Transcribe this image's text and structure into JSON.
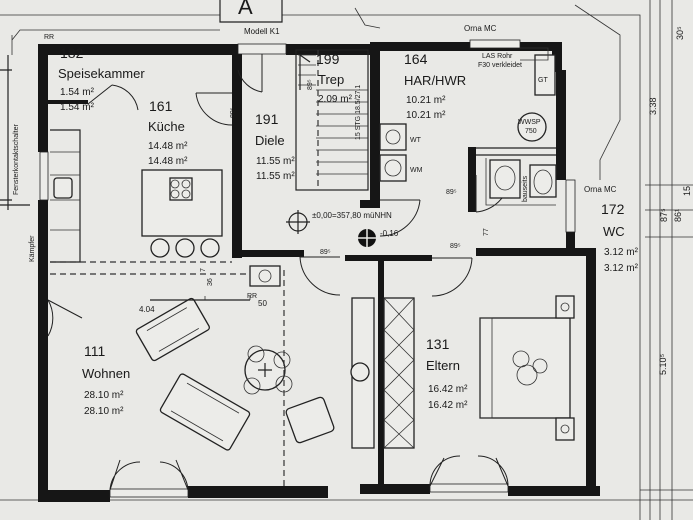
{
  "header": {
    "section_mark": "A",
    "modell": "Modell K1",
    "orna_top": "Orna MC"
  },
  "top_left": {
    "rr": "RR",
    "fenster_label": "Fensterkontaktschalter",
    "kampfer_label": "Kämpfer"
  },
  "rooms": {
    "speisekammer": {
      "number": "182",
      "name": "Speisekammer",
      "area1": "1.54 m²",
      "area2": "1.54 m²"
    },
    "kueche": {
      "number": "161",
      "name": "Küche",
      "area1": "14.48 m²",
      "area2": "14.48 m²"
    },
    "diele": {
      "number": "191",
      "name": "Diele",
      "area1": "11.55 m²",
      "area2": "11.55 m²"
    },
    "treppe": {
      "number": "199",
      "name": "Trep",
      "area1": "2.09 m²"
    },
    "har": {
      "number": "164",
      "name": "HAR/HWR",
      "area1": "10.21 m²",
      "area2": "10.21 m²"
    },
    "wc": {
      "number": "172",
      "name": "WC",
      "area1": "3.12 m²",
      "area2": "3.12 m²",
      "orna": "Orna MC"
    },
    "wohnen": {
      "number": "111",
      "name": "Wohnen",
      "area1": "28.10 m²",
      "area2": "28.10 m²"
    },
    "eltern": {
      "number": "131",
      "name": "Eltern",
      "area1": "16.42 m²",
      "area2": "16.42 m²"
    }
  },
  "annotations": {
    "las_rohr": "LAS Rohr",
    "f30": "F30 verkleidet",
    "gt": "GT",
    "wwsp": "WWSP",
    "wwsp_val": "750",
    "wt": "WT",
    "wm": "WM",
    "bauseits": "bauseits",
    "stair_note": "15 STG 18.5/27.1",
    "level": "±0,00=357,80 müNHN",
    "level2": "-0,16",
    "dim_wohnen": "4.04",
    "rr_mid": "RR",
    "rr_mid_val": "50",
    "dim_36": "36",
    "dim_7": "7"
  },
  "dims": {
    "d895_a": "89⁵",
    "d895_b": "89⁵",
    "d895_c": "89⁵",
    "d895_d": "89⁵",
    "d895_e": "89⁵",
    "d77": "77",
    "d338": "3.38",
    "d875": "87⁵",
    "d865": "86¹",
    "d305": "30⁵",
    "d510": "5.10⁵",
    "d15": "15"
  }
}
